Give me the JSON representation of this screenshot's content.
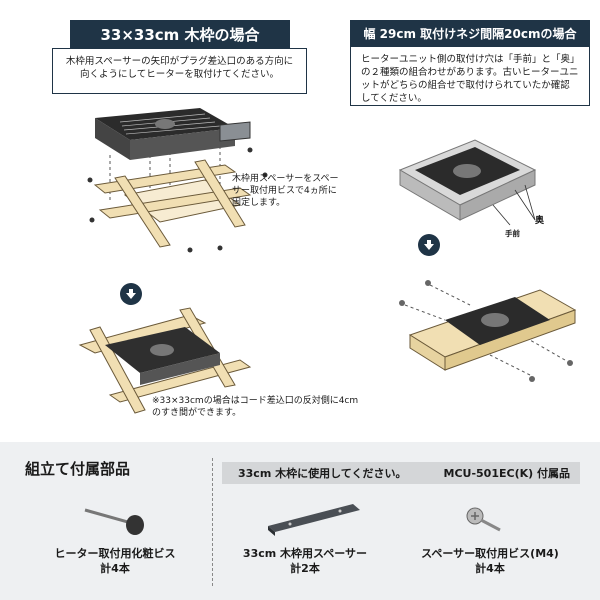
{
  "left": {
    "header": "33×33cm 木枠の場合",
    "box_text": "木枠用スペーサーの矢印がプラグ差込口のある方向に向くようにしてヒーターを取付けてください。",
    "side_note": "木枠用スペーサーをスペーサー取付用ビスで4ヵ所に固定します。",
    "bottom_note": "※33×33cmの場合はコード差込口の反対側に4cmのすき間ができます。"
  },
  "right": {
    "header": "幅 29cm 取付けネジ間隔20cmの場合",
    "box_text": "ヒーターユニット側の取付け穴は「手前」と「奥」の２種類の組合わせがあります。古いヒーターユニットがどちらの組合せで取付けられていたか確認してください。",
    "label_back": "奥",
    "label_front": "手前"
  },
  "parts": {
    "title": "組立て付属部品",
    "band_left": "33cm 木枠に使用してください。",
    "band_right": "MCU-501EC(K) 付属品",
    "items": [
      {
        "name": "ヒーター取付用化粧ビス",
        "count": "計4本"
      },
      {
        "name": "33cm 木枠用スペーサー",
        "count": "計2本"
      },
      {
        "name": "スペーサー取付用ビス(M4)",
        "count": "計4本"
      }
    ]
  },
  "colors": {
    "navy": "#1f3446",
    "wood": "#f1dfb3",
    "heater": "#3a3a3a"
  }
}
